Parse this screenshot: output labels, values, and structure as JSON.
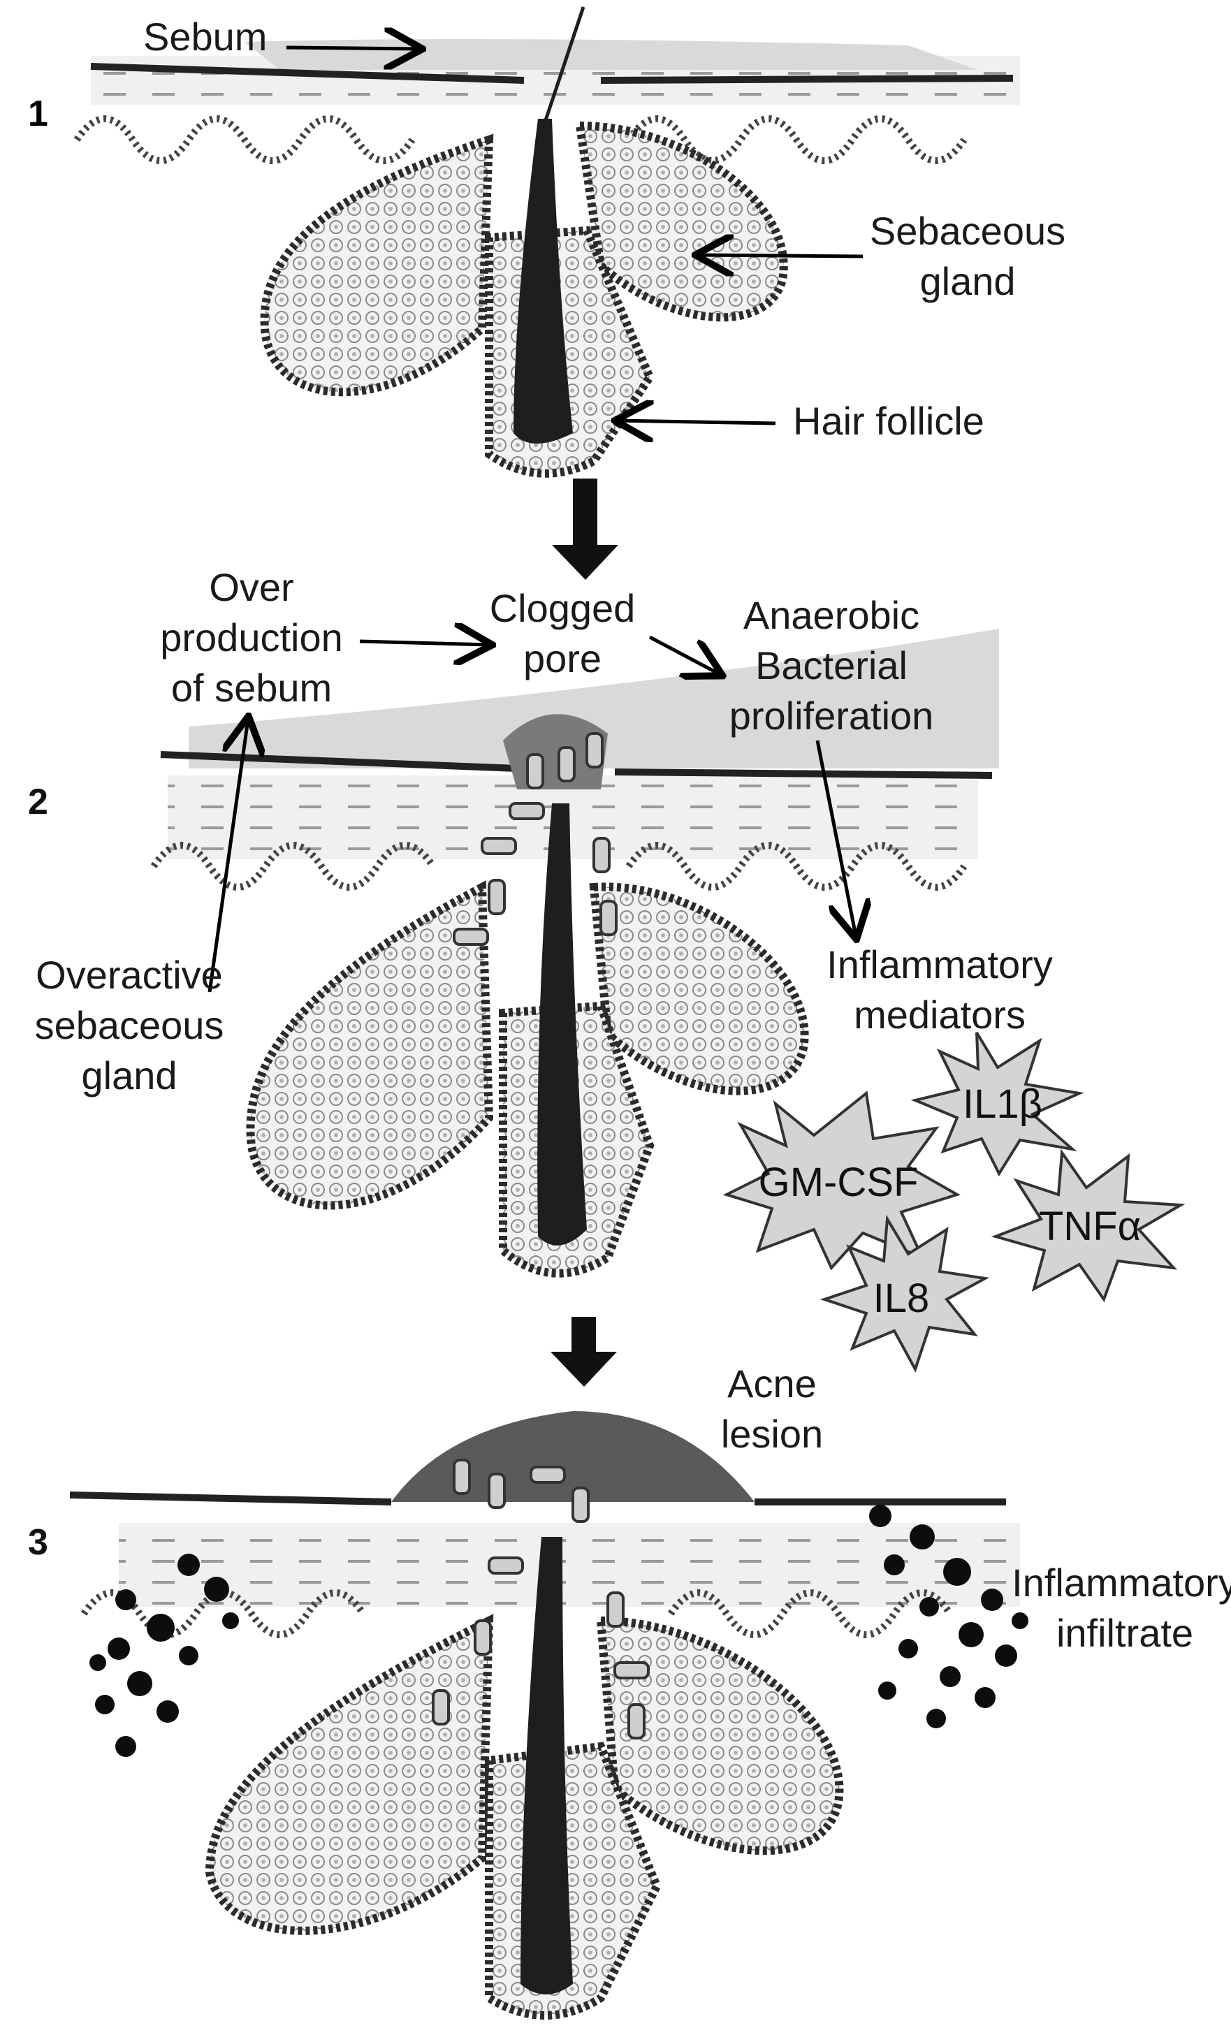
{
  "stages": [
    {
      "number": "1",
      "labels": {
        "sebum": "Sebum",
        "sebaceous_gland": [
          "Sebaceous",
          "gland"
        ],
        "hair_follicle": "Hair follicle"
      }
    },
    {
      "number": "2",
      "labels": {
        "over_production": [
          "Over",
          "production",
          "of sebum"
        ],
        "clogged_pore": [
          "Clogged",
          "pore"
        ],
        "anaerobic": [
          "Anaerobic",
          "Bacterial",
          "proliferation"
        ],
        "overactive": [
          "Overactive",
          "sebaceous",
          "gland"
        ],
        "inflammatory_mediators": [
          "Inflammatory",
          "mediators"
        ]
      }
    },
    {
      "number": "3",
      "labels": {
        "acne_lesion": [
          "Acne",
          "lesion"
        ],
        "inflammatory_infiltrate": [
          "Inflammatory",
          "infiltrate"
        ]
      }
    }
  ],
  "cytokines": [
    "IL1β",
    "GM-CSF",
    "TNFα",
    "IL8"
  ],
  "colors": {
    "skin_fill": "#d9d9d9",
    "follicle_outline": "#2b2b2b",
    "hair": "#1e1e1e",
    "burst_fill": "#d4d4d4"
  }
}
